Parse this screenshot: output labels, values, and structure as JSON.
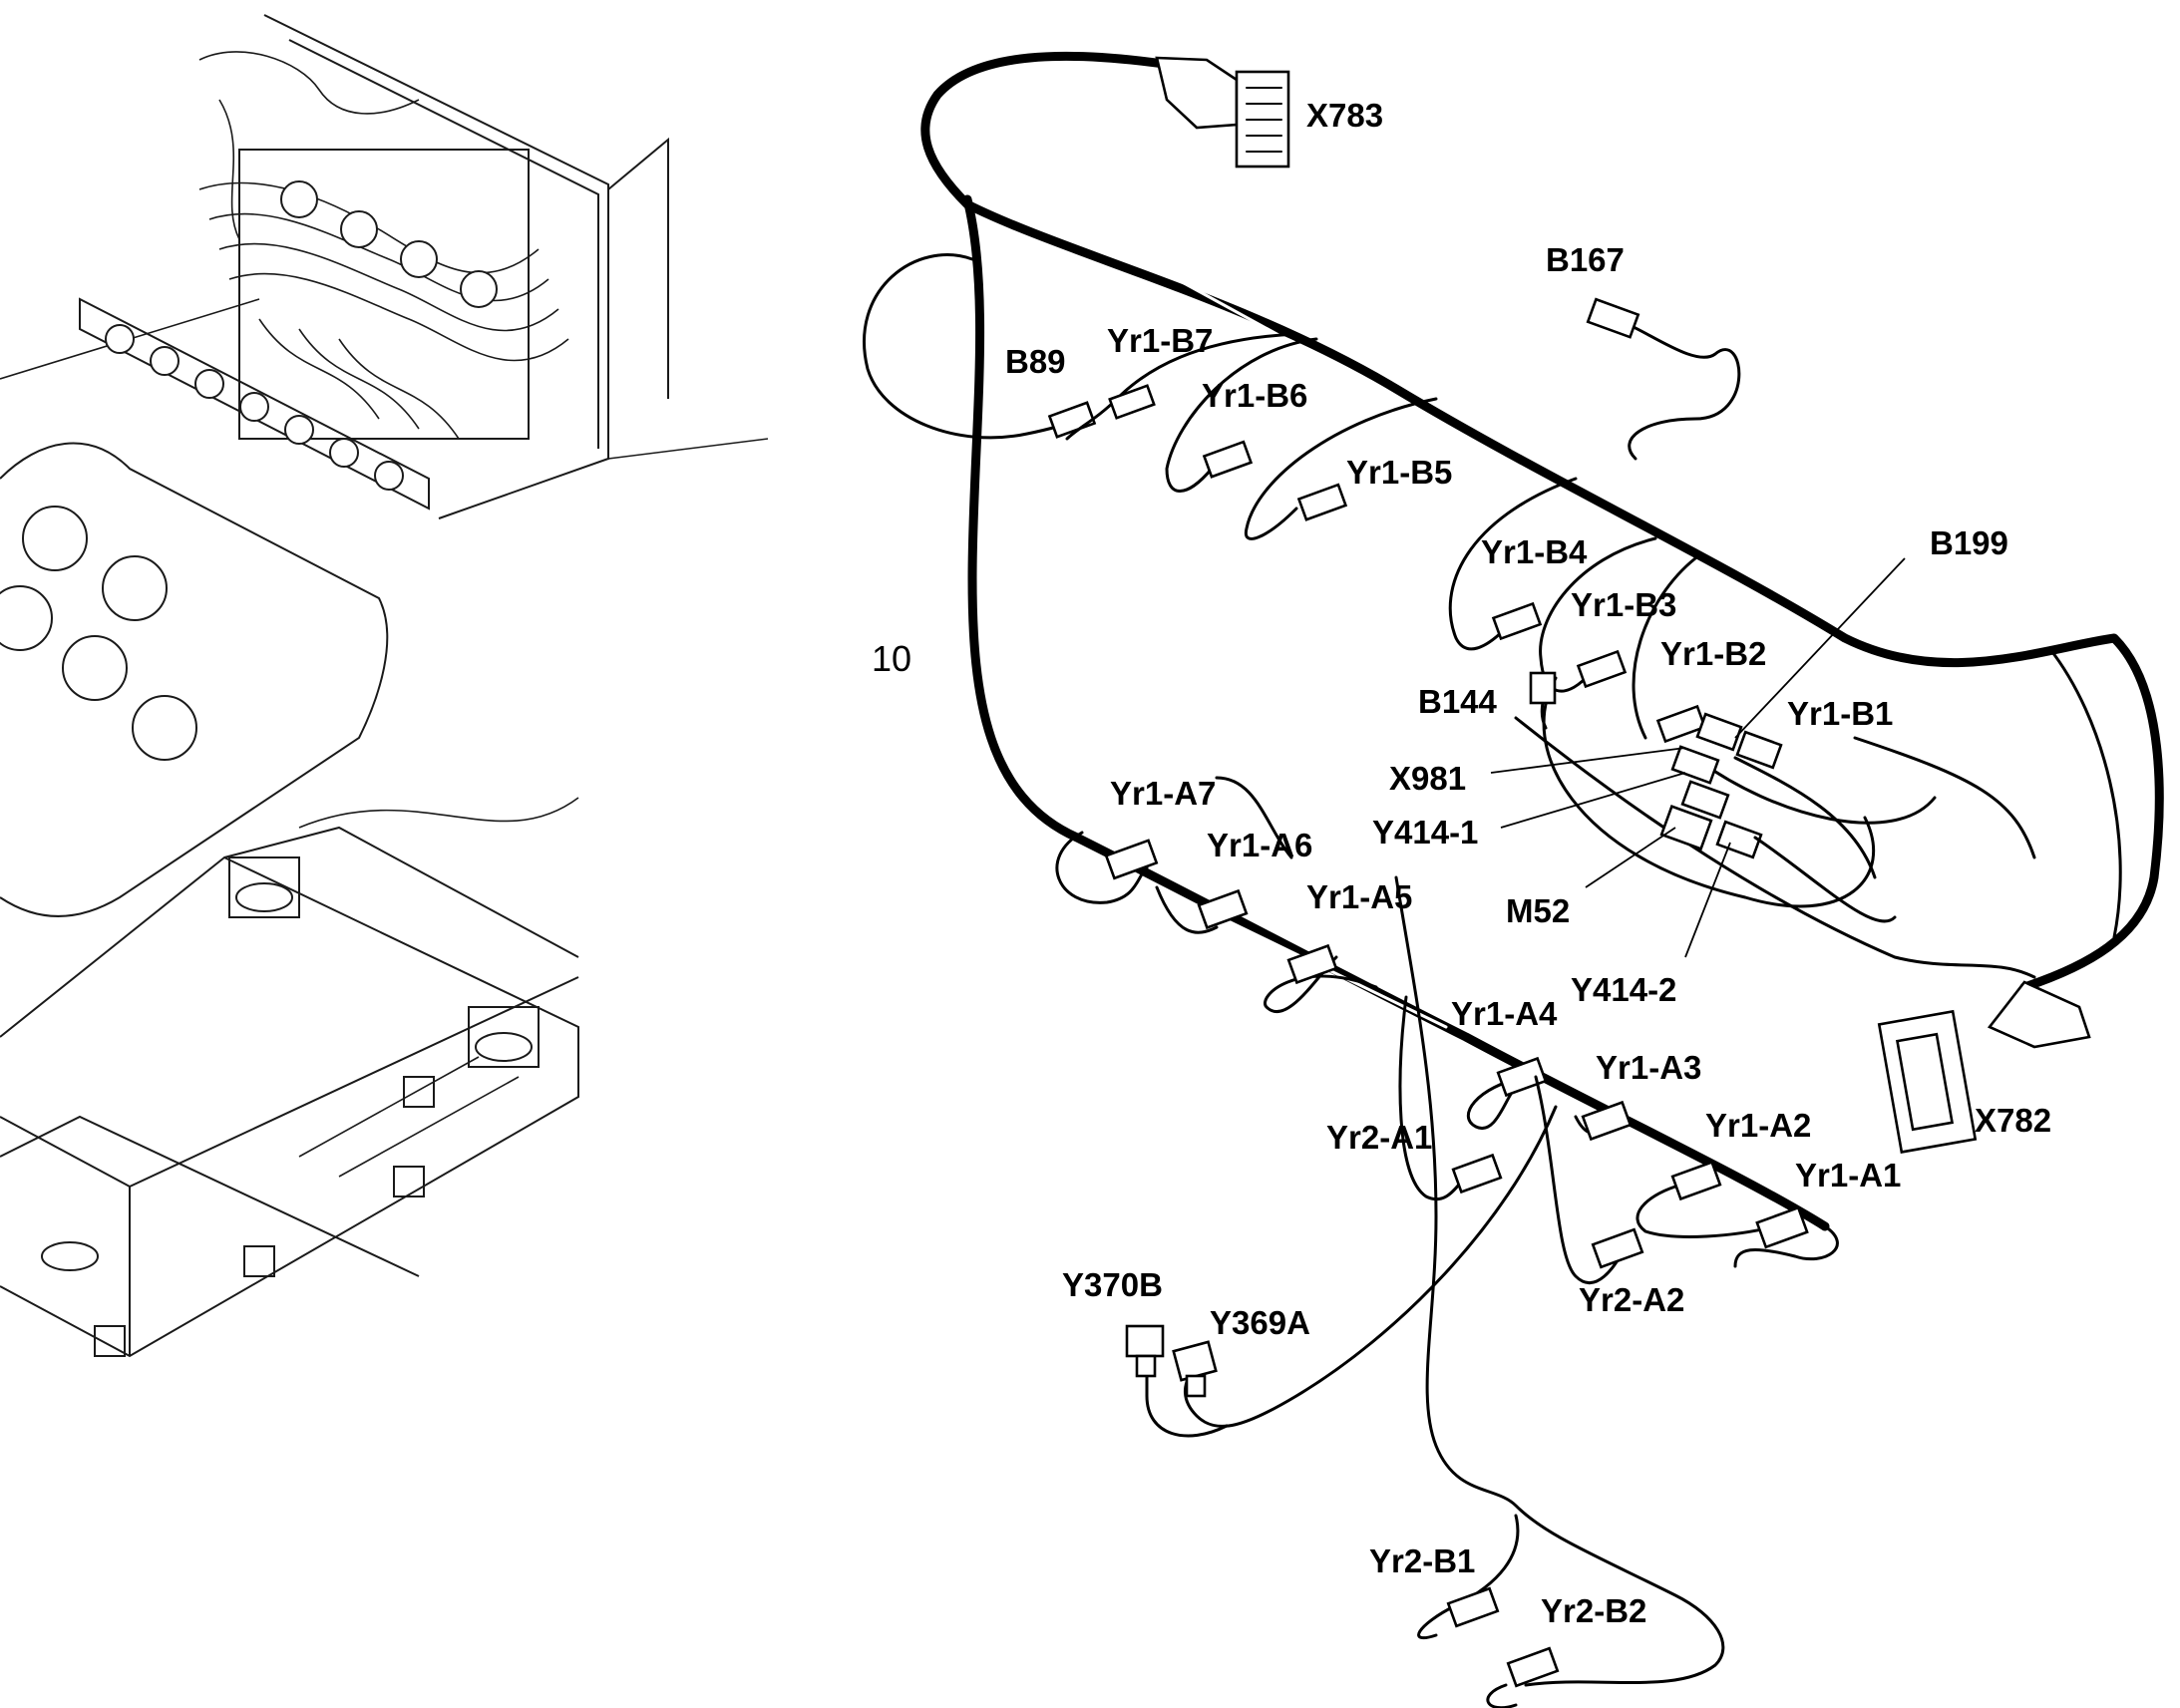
{
  "item_number": "10",
  "labels": {
    "X783": "X783",
    "B167": "B167",
    "B89": "B89",
    "Yr1_B7": "Yr1-B7",
    "Yr1_B6": "Yr1-B6",
    "Yr1_B5": "Yr1-B5",
    "Yr1_B4": "Yr1-B4",
    "Yr1_B3": "Yr1-B3",
    "Yr1_B2": "Yr1-B2",
    "Yr1_B1": "Yr1-B1",
    "B199": "B199",
    "B144": "B144",
    "X981": "X981",
    "Y414_1": "Y414-1",
    "M52": "M52",
    "Y414_2": "Y414-2",
    "X782": "X782",
    "Yr1_A7": "Yr1-A7",
    "Yr1_A6": "Yr1-A6",
    "Yr1_A5": "Yr1-A5",
    "Yr1_A4": "Yr1-A4",
    "Yr1_A3": "Yr1-A3",
    "Yr1_A2": "Yr1-A2",
    "Yr1_A1": "Yr1-A1",
    "Yr2_A1": "Yr2-A1",
    "Yr2_A2": "Yr2-A2",
    "Y370B": "Y370B",
    "Y369A": "Y369A",
    "Yr2_B1": "Yr2-B1",
    "Yr2_B2": "Yr2-B2"
  }
}
